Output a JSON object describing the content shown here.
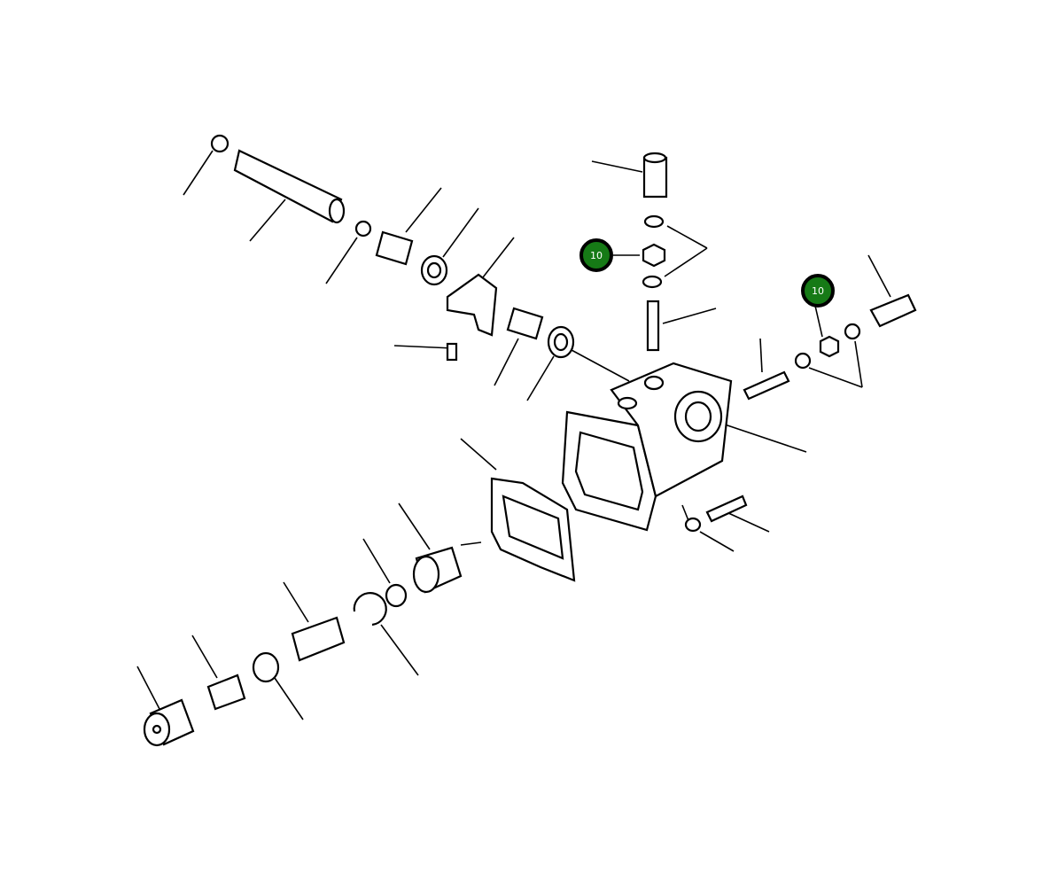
{
  "diagram": {
    "callouts": [
      {
        "label": "10",
        "target": "nut-top"
      },
      {
        "label": "10",
        "target": "nut-right"
      }
    ],
    "callout_color": "#167a16",
    "callout_border_color": "#000000"
  }
}
